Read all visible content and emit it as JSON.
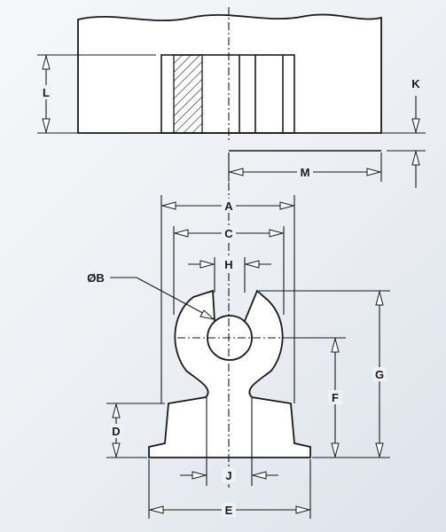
{
  "labels": {
    "L": "L",
    "K": "K",
    "M": "M",
    "A": "A",
    "C": "C",
    "H": "H",
    "B": "ØB",
    "G": "G",
    "F": "F",
    "D": "D",
    "J": "J",
    "E": "E"
  }
}
